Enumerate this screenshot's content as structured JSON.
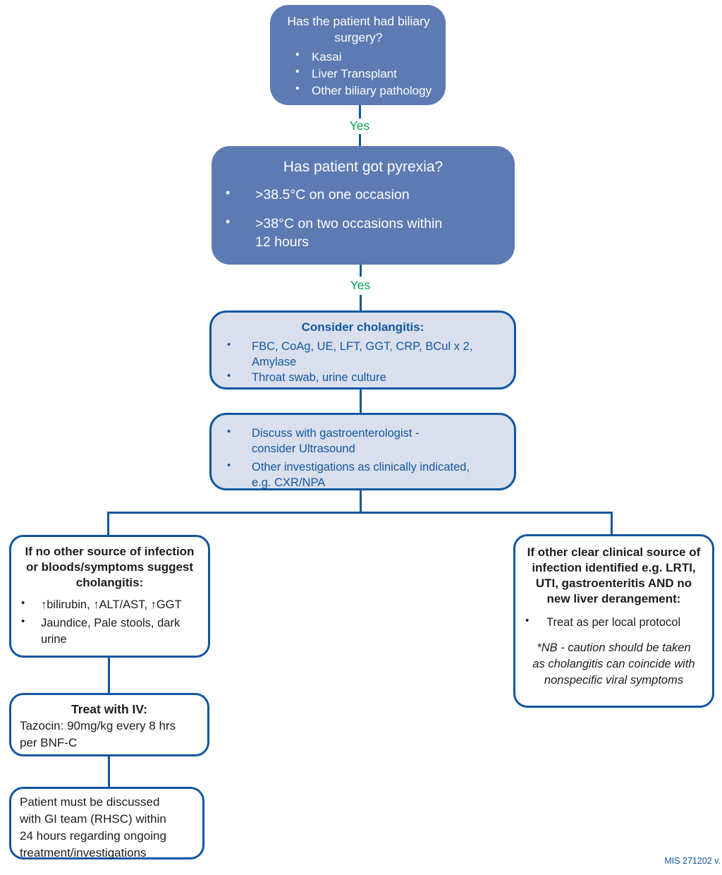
{
  "colors": {
    "box_blue": "#5d7ab3",
    "box_light_fill": "#dadfee",
    "line_border_blue": "#1156a0",
    "text_blue": "#1358a0",
    "yes_green": "#00a155",
    "text_dark": "#1c1c1c"
  },
  "flowchart": {
    "edge_labels": {
      "yes1": "Yes",
      "yes2": "Yes"
    },
    "nodes": {
      "biliary_surgery": {
        "title": "Has the patient had biliary\nsurgery?",
        "bullets": [
          "Kasai",
          "Liver Transplant",
          "Other biliary pathology"
        ]
      },
      "pyrexia": {
        "title": "Has patient got pyrexia?",
        "bullets": [
          ">38.5°C on one occasion",
          ">38°C on two occasions within\n12 hours"
        ]
      },
      "consider_cholangitis": {
        "title": "Consider cholangitis:",
        "bullets": [
          "FBC, CoAg, UE, LFT, GGT, CRP, BCul x 2,\nAmylase",
          "Throat swab, urine culture"
        ]
      },
      "discuss_gastro": {
        "bullets": [
          "Discuss with gastroenterologist -\nconsider Ultrasound",
          "Other investigations as clinically indicated,\ne.g. CXR/NPA"
        ]
      },
      "no_other_source": {
        "title": "If no other source of infection\nor bloods/symptoms suggest\ncholangitis:",
        "bullets": [
          "↑bilirubin, ↑ALT/AST, ↑GGT",
          "Jaundice, Pale stools, dark\nurine"
        ]
      },
      "other_clear_source": {
        "title": "If other clear clinical source of\ninfection identified e.g. LRTI,\nUTI, gastroenteritis AND no\nnew liver derangement:",
        "bullets": [
          "Treat as per local protocol"
        ],
        "note": "*NB - caution should be taken\nas cholangitis can coincide with\nnonspecific viral symptoms"
      },
      "treat_iv": {
        "title": "Treat with IV:",
        "body": "Tazocin: 90mg/kg every 8 hrs\nper BNF-C"
      },
      "gi_team": {
        "body": "Patient must be discussed\nwith GI team (RHSC) within\n24 hours regarding ongoing\ntreatment/investigations"
      }
    }
  },
  "footer": {
    "label": "MIS 271202 v."
  }
}
